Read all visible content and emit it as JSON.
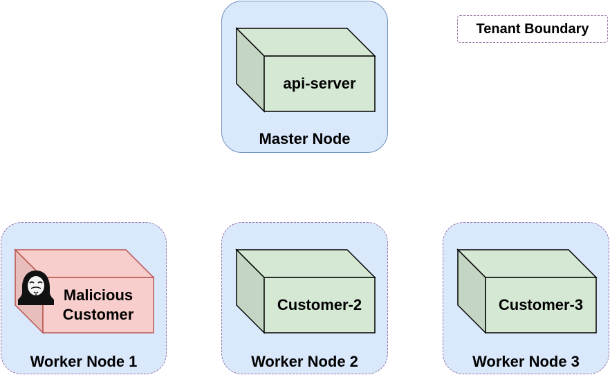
{
  "legend": {
    "label": "Tenant Boundary"
  },
  "master": {
    "label": "Master Node",
    "component": "api-server"
  },
  "workers": [
    {
      "label": "Worker Node 1",
      "component_line1": "Malicious",
      "component_line2": "Customer",
      "icon": "hacker-icon"
    },
    {
      "label": "Worker Node 2",
      "component": "Customer-2"
    },
    {
      "label": "Worker Node 3",
      "component": "Customer-3"
    }
  ],
  "colors": {
    "node_fill": "#dae8fc",
    "master_border": "#6c8ebf",
    "tenant_border": "#9673a6",
    "box_green": "#d5e8d4",
    "box_green_side": "#c4d6c3",
    "box_red": "#f8cecc",
    "box_red_side": "#e8bebc"
  }
}
